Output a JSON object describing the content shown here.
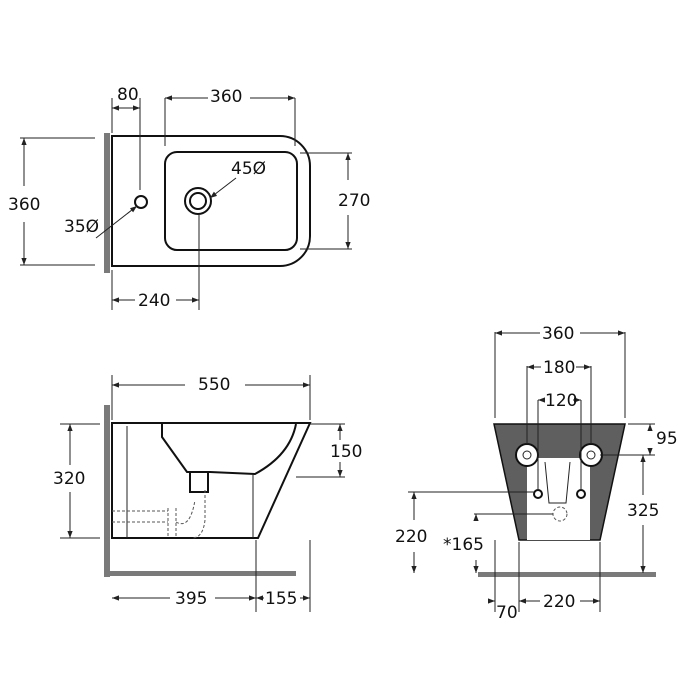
{
  "top_view": {
    "depth": "360",
    "width_left": "360",
    "tap_offset": "80",
    "basin_width": "360",
    "basin_depth": "270",
    "drain_offset": "240",
    "drain_diameter": "45Ø",
    "tap_hole_diameter": "35Ø"
  },
  "side_view": {
    "length": "550",
    "height": "320",
    "basin_depth": "150",
    "rear_length": "395",
    "front_length": "155"
  },
  "front_view": {
    "width": "360",
    "bolt_spacing": "180",
    "inner_spacing": "120",
    "bolt_height_offset": "95",
    "bolt_height": "325",
    "supply_height": "220",
    "waste_height": "*165",
    "base_width": "220",
    "side_offset": "70"
  },
  "colors": {
    "wall": "#7a7a7a",
    "rear_face": "#5f5f5f"
  }
}
